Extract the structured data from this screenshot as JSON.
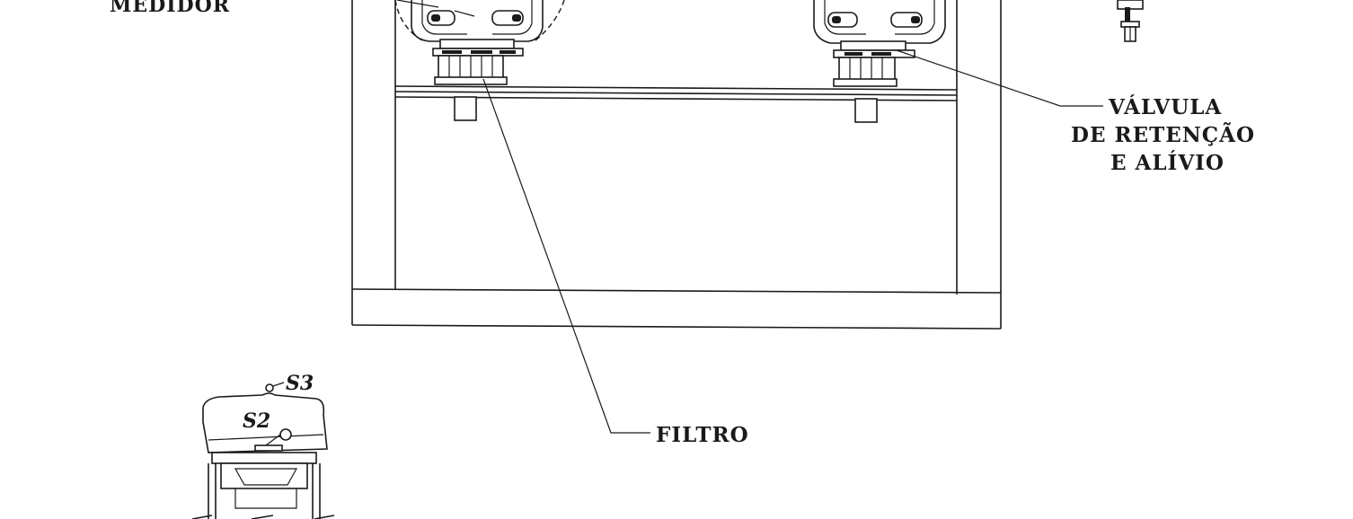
{
  "labels": {
    "medidor": "MEDIDOR",
    "valvula_line1": "VÁLVULA",
    "valvula_line2": "DE RETENÇÃO",
    "valvula_line3": "E ALÍVIO",
    "filtro": "FILTRO",
    "s3": "S3",
    "s2": "S2"
  }
}
